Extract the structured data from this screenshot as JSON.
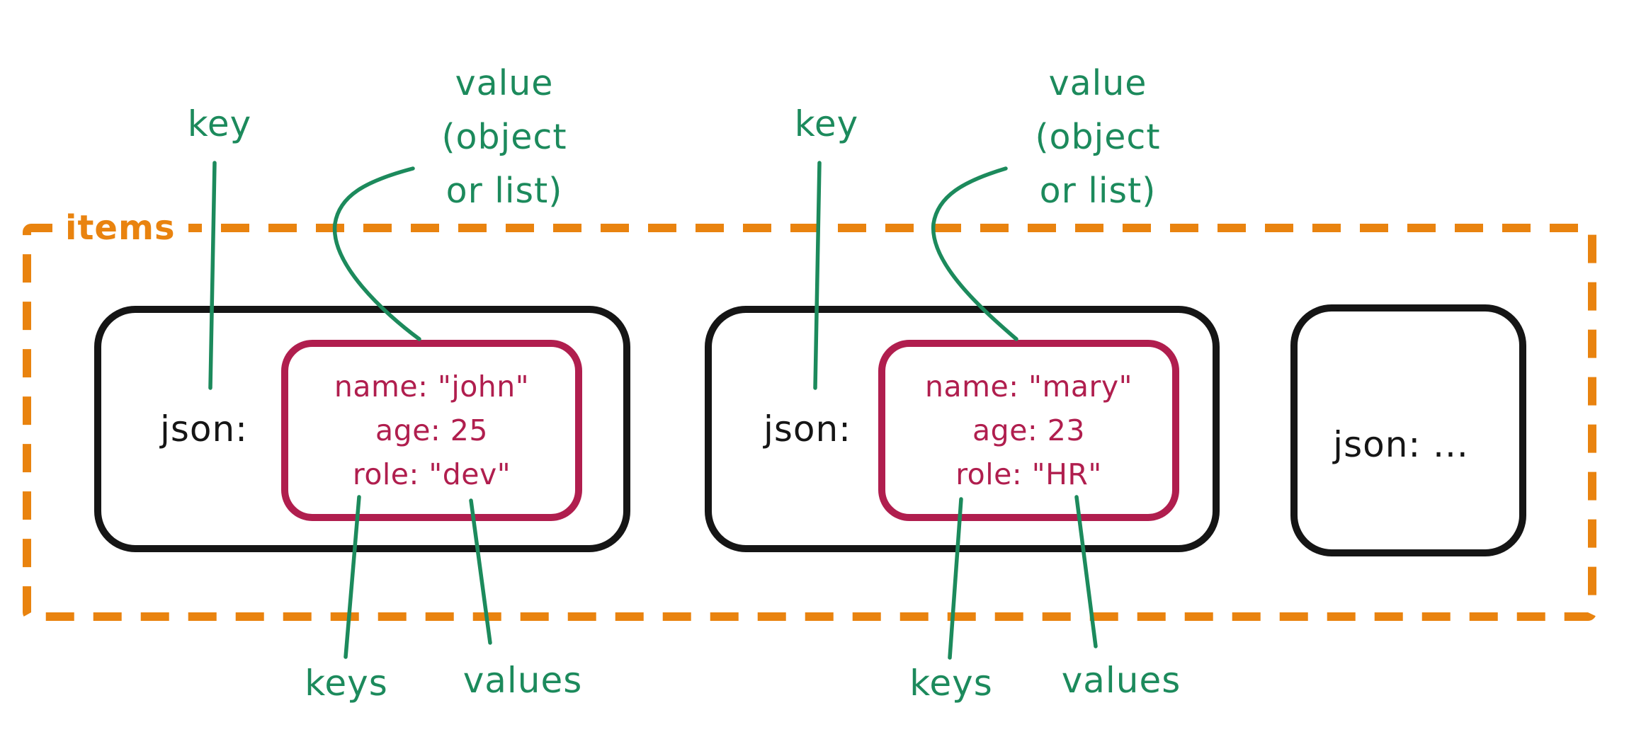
{
  "colors": {
    "container_orange": "#E9830F",
    "annotation_green": "#1C8A5C",
    "object_crimson": "#B01E4E",
    "card_ink": "#151515",
    "background": "#FFFFFF"
  },
  "items_container": {
    "label": "items"
  },
  "annotations": {
    "left": {
      "key": "key",
      "value_lines": [
        "value",
        "(object",
        "or list)"
      ],
      "keys": "keys",
      "values": "values"
    },
    "right": {
      "key": "key",
      "value_lines": [
        "value",
        "(object",
        "or list)"
      ],
      "keys": "keys",
      "values": "values"
    }
  },
  "cards": [
    {
      "key_label": "json:",
      "object_lines": [
        "name: \"john\"",
        "age: 25",
        "role: \"dev\""
      ]
    },
    {
      "key_label": "json:",
      "object_lines": [
        "name: \"mary\"",
        "age: 23",
        "role: \"HR\""
      ]
    },
    {
      "key_label": "json: ..."
    }
  ]
}
